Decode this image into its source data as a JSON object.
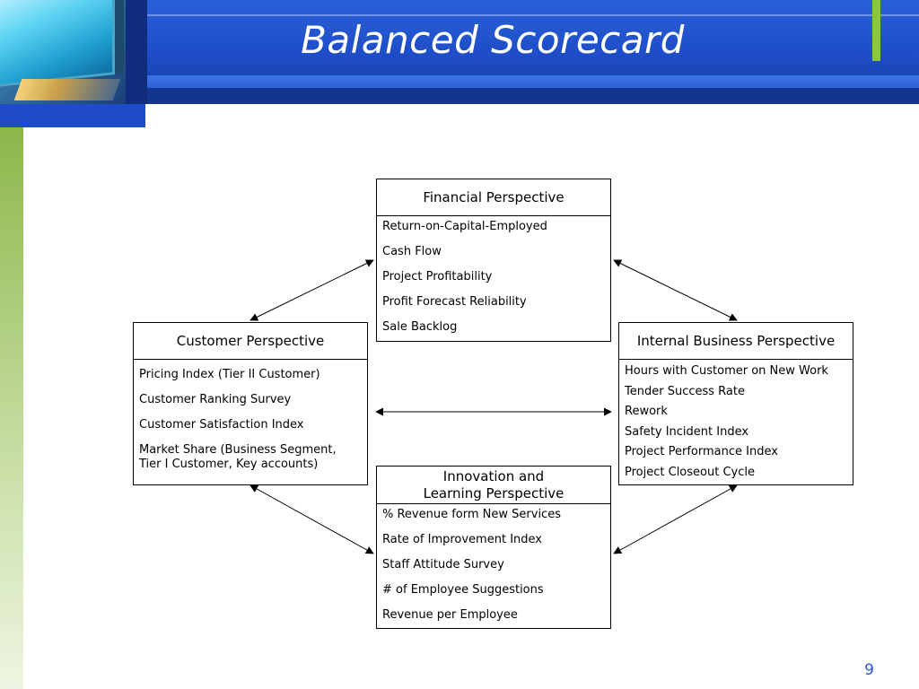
{
  "slide": {
    "title": "Balanced Scorecard",
    "page_number": "9"
  },
  "colors": {
    "banner_blue": "#1d4cc6",
    "accent_green": "#8cc63f",
    "page_number_blue": "#2a56cf"
  },
  "perspectives": {
    "financial": {
      "title": "Financial Perspective",
      "items": [
        "Return-on-Capital-Employed",
        "Cash Flow",
        "Project Profitability",
        "Profit Forecast Reliability",
        "Sale Backlog"
      ]
    },
    "customer": {
      "title": "Customer Perspective",
      "items": [
        "Pricing Index (Tier II Customer)",
        "Customer Ranking Survey",
        "Customer Satisfaction Index",
        "Market Share (Business Segment, Tier I Customer, Key accounts)"
      ]
    },
    "internal": {
      "title": "Internal Business Perspective",
      "items": [
        "Hours with Customer on New Work",
        "Tender Success Rate",
        "Rework",
        "Safety Incident Index",
        "Project Performance Index",
        "Project Closeout Cycle"
      ]
    },
    "innovation": {
      "title": "Innovation and Learning Perspective",
      "items": [
        "% Revenue form New Services",
        "Rate of Improvement Index",
        "Staff Attitude Survey",
        "# of Employee Suggestions",
        "Revenue per Employee"
      ]
    }
  },
  "connections": [
    {
      "from": "financial",
      "to": "customer",
      "arrows": "both"
    },
    {
      "from": "financial",
      "to": "internal",
      "arrows": "both"
    },
    {
      "from": "customer",
      "to": "internal",
      "arrows": "both"
    },
    {
      "from": "customer",
      "to": "innovation",
      "arrows": "both"
    },
    {
      "from": "internal",
      "to": "innovation",
      "arrows": "both"
    }
  ]
}
